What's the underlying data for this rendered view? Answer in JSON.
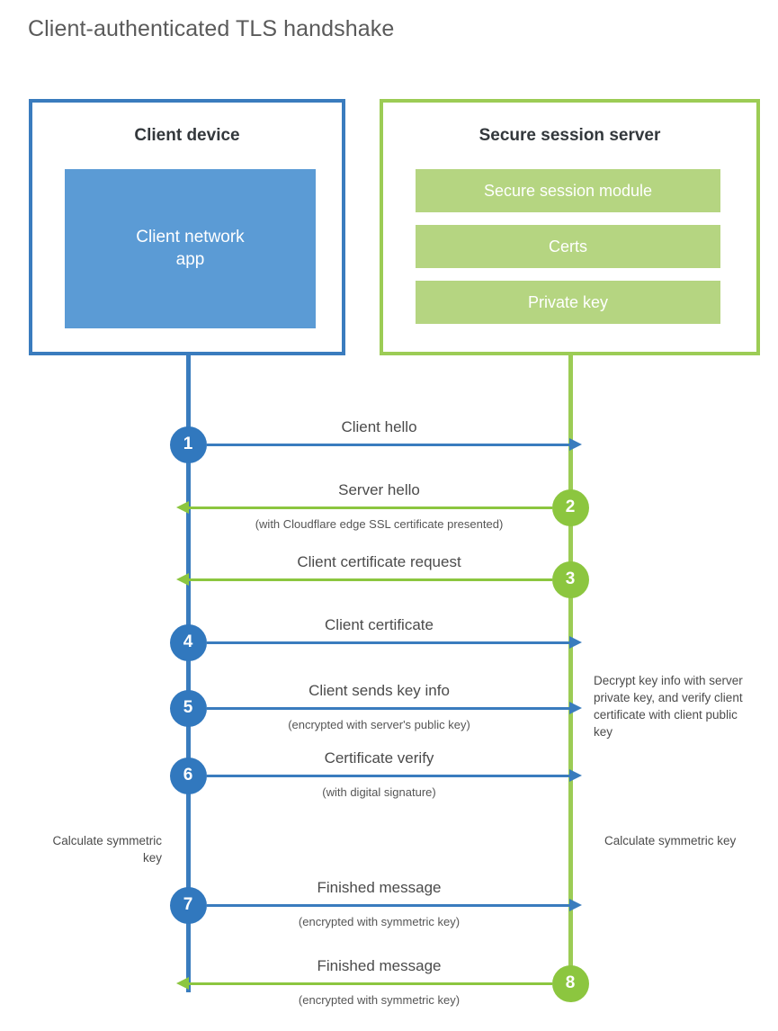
{
  "title": "Client-authenticated TLS handshake",
  "colors": {
    "client_blue": "#3a7cbe",
    "client_app_fill": "#5b9bd5",
    "step_blue": "#3178be",
    "server_green": "#9ccc55",
    "server_block_fill": "#b5d581",
    "step_green": "#8cc63f",
    "text": "#4b4b4b",
    "background": "#ffffff"
  },
  "client": {
    "title": "Client device",
    "app_label": "Client network\napp"
  },
  "server": {
    "title": "Secure session server",
    "blocks": [
      {
        "label": "Secure session module"
      },
      {
        "label": "Certs"
      },
      {
        "label": "Private key"
      }
    ]
  },
  "steps": [
    {
      "number": "1",
      "label": "Client hello",
      "sub": "",
      "direction": "client-to-server",
      "color": "blue"
    },
    {
      "number": "2",
      "label": "Server hello",
      "sub": "(with Cloudflare edge SSL certificate presented)",
      "direction": "server-to-client",
      "color": "green"
    },
    {
      "number": "3",
      "label": "Client certificate request",
      "sub": "",
      "direction": "server-to-client",
      "color": "green"
    },
    {
      "number": "4",
      "label": "Client certificate",
      "sub": "",
      "direction": "client-to-server",
      "color": "blue"
    },
    {
      "number": "5",
      "label": "Client sends key info",
      "sub": "(encrypted with server's public key)",
      "direction": "client-to-server",
      "color": "blue"
    },
    {
      "number": "6",
      "label": "Certificate verify",
      "sub": "(with digital signature)",
      "direction": "client-to-server",
      "color": "blue"
    },
    {
      "number": "7",
      "label": "Finished message",
      "sub": "(encrypted with symmetric key)",
      "direction": "client-to-server",
      "color": "blue"
    },
    {
      "number": "8",
      "label": "Finished message",
      "sub": "(encrypted with symmetric key)",
      "direction": "server-to-client",
      "color": "green"
    }
  ],
  "notes": {
    "server_decrypt": "Decrypt key info with server private key, and verify client certificate with client public key",
    "client_calculate": "Calculate symmetric key",
    "server_calculate": "Calculate symmetric key"
  }
}
